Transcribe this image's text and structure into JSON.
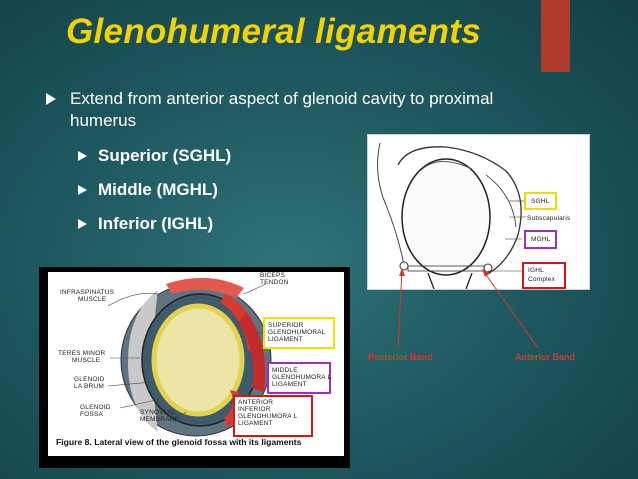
{
  "title": "Glenohumeral ligaments",
  "bullet_main": "Extend from anterior aspect of glenoid cavity to proximal humerus",
  "sub_bullets": [
    "Superior (SGHL)",
    "Middle (MGHL)",
    "Inferior (IGHL)"
  ],
  "right_figure": {
    "labels": {
      "sghl": "SGHL",
      "subscapularis": "Subscapularis",
      "mghl": "MGHL",
      "ighl_line1": "IGHL",
      "ighl_line2": "Complex"
    },
    "posterior_band": "Posterior Band",
    "anterior_band": "Anterior Band"
  },
  "left_figure": {
    "labels": {
      "infraspinatus": [
        "INFRASPINATUS",
        "MUSCLE"
      ],
      "biceps": [
        "BICEPS",
        "TENDON"
      ],
      "teres_minor": [
        "TERES MINOR",
        "MUSCLE"
      ],
      "glenoid_labrum": [
        "GLENOID",
        "LA BRUM"
      ],
      "glenoid_fossa": [
        "GLENOID",
        "FOSSA"
      ],
      "synovial": [
        "SYNOVI AL",
        "MEMBRANE"
      ],
      "superior": [
        "SUPERIOR",
        "GLENOHUMORAL",
        "LIGAMENT"
      ],
      "middle": [
        "MIDDLE",
        "GLENOHUMORA L",
        "LIGAMENT"
      ],
      "anterior": [
        "ANTERIOR",
        "INFERIOR",
        "GLENOHUMORA L",
        "LIGAMENT"
      ]
    },
    "caption": "Figure 8.  Lateral view of the glenoid fossa with its ligaments"
  },
  "colors": {
    "title": "#f2d200",
    "accent_red": "#b03a2e",
    "superior_box": "#f0e200",
    "middle_box": "#9b2fc2",
    "anterior_box": "#d01818",
    "band_label": "#d23a2e"
  }
}
